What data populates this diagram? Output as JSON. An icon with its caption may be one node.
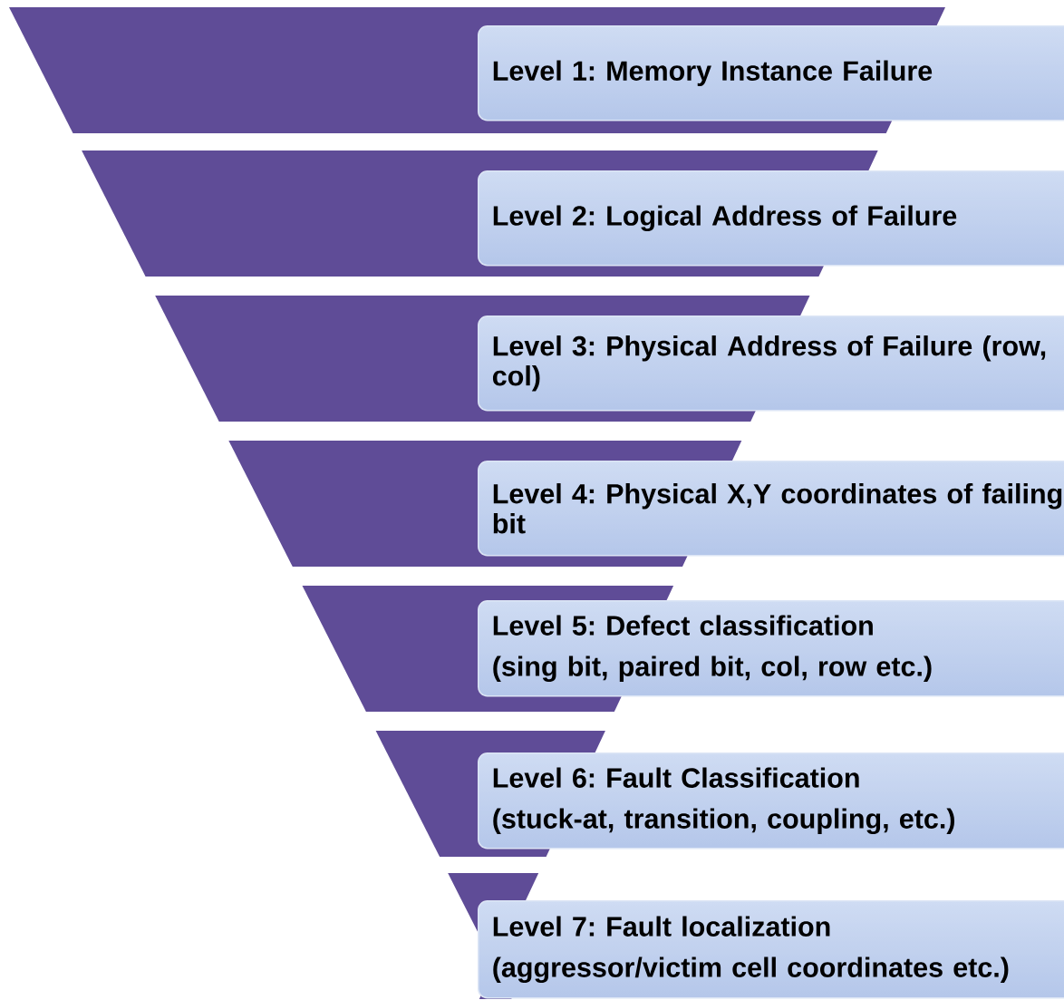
{
  "diagram": {
    "nodes": [
      {
        "text": [
          "Level 1: Memory Instance Failure"
        ]
      },
      {
        "text": [
          "Level 2: Logical Address of Failure"
        ]
      },
      {
        "text": [
          "Level 3: Physical Address of Failure (row, col)"
        ]
      },
      {
        "text": [
          "Level 4: Physical X,Y coordinates of failing bit"
        ]
      },
      {
        "text": [
          "Level 5: Defect classification",
          "(sing bit, paired bit, col, row etc.)"
        ]
      },
      {
        "text": [
          "Level 6: Fault Classification",
          "(stuck-at, transition, coupling, etc.)"
        ]
      },
      {
        "text": [
          "Level 7: Fault localization",
          "(aggressor/victim cell coordinates etc.)"
        ]
      }
    ]
  }
}
